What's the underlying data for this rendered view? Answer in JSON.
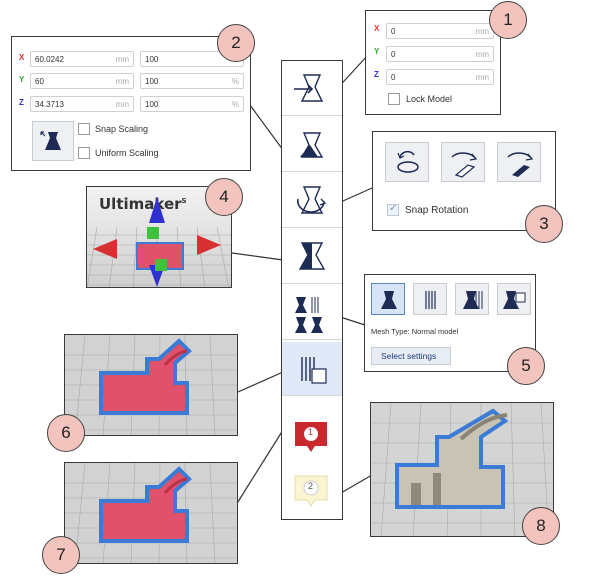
{
  "badges": [
    "1",
    "2",
    "3",
    "4",
    "5",
    "6",
    "7",
    "8"
  ],
  "move_panel": {
    "fields": [
      {
        "axis": "X",
        "value": "0",
        "unit": "mm",
        "color": "#d33"
      },
      {
        "axis": "Y",
        "value": "0",
        "unit": "mm",
        "color": "#3a3"
      },
      {
        "axis": "Z",
        "value": "0",
        "unit": "mm",
        "color": "#33c"
      }
    ],
    "lock_model_label": "Lock Model"
  },
  "scale_panel": {
    "rows": [
      {
        "axis": "X",
        "mm": "60.0242",
        "mm_unit": "mm",
        "pct": "100",
        "pct_unit": "%",
        "color": "#d33"
      },
      {
        "axis": "Y",
        "mm": "60",
        "mm_unit": "mm",
        "pct": "100",
        "pct_unit": "%",
        "color": "#3a3"
      },
      {
        "axis": "Z",
        "mm": "34.3713",
        "mm_unit": "mm",
        "pct": "100",
        "pct_unit": "%",
        "color": "#33c"
      }
    ],
    "snap_scaling_label": "Snap Scaling",
    "uniform_scaling_label": "Uniform Scaling"
  },
  "rotate_panel": {
    "snap_rotation_label": "Snap Rotation",
    "check_mark": "✓"
  },
  "per_model_panel": {
    "mesh_type_label": "Mesh Type: Normal model",
    "select_settings_label": "Select settings"
  },
  "viewport_logo": {
    "text": "Ultimaker",
    "sub": "S"
  },
  "toolbar_badges": {
    "red": "1",
    "yellow": "2"
  },
  "colors": {
    "accent_blue": "#3a7bd5",
    "model_red": "#e0516b",
    "badge_fill": "#f3c4be",
    "warning_red": "#c8282e"
  }
}
